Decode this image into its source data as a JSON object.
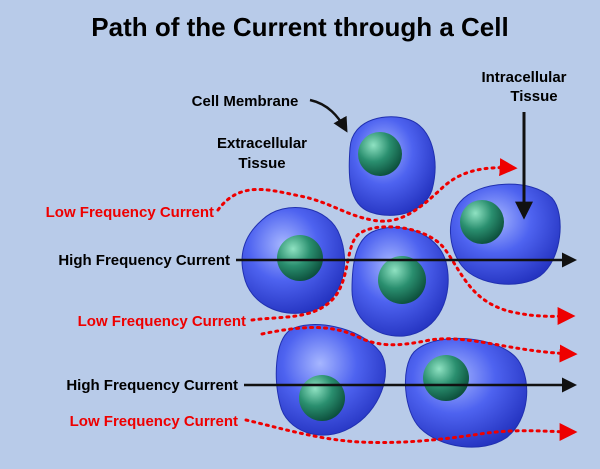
{
  "title": "Path of the Current through a Cell",
  "labels": {
    "cell_membrane": "Cell Membrane",
    "extracellular_line1": "Extracellular",
    "extracellular_line2": "Tissue",
    "intracellular_line1": "Intracellular",
    "intracellular_line2": "Tissue",
    "low_frequency_current": "Low Frequency Current",
    "high_frequency_current": "High Frequency Current"
  },
  "colors": {
    "background": "#b8cbe9",
    "low_frequency": "#ee0000",
    "high_frequency": "#111111",
    "cell_body": "#3a4fe0",
    "nucleus": "#1f7d62"
  }
}
